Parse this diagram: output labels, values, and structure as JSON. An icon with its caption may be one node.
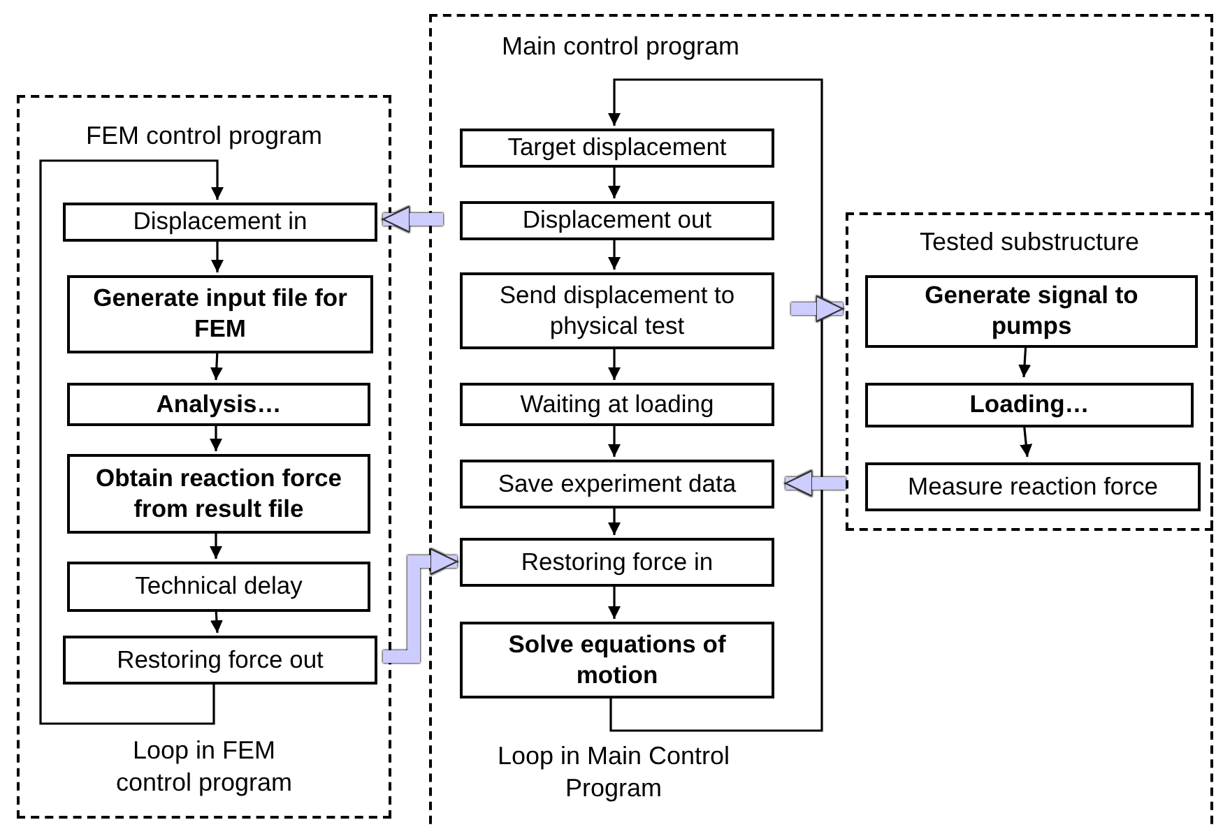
{
  "diagram": {
    "nodes": [
      {
        "text": [
          "FEM control program",
          "Loop in FEM control program"
        ]
      },
      {
        "text": [
          "Displacement in"
        ],
        "in": 0
      },
      {
        "text": [
          "Generate input file for FEM"
        ],
        "in": 0
      },
      {
        "text": [
          "Analysis…"
        ],
        "in": 0
      },
      {
        "text": [
          "Obtain reaction force from result file"
        ],
        "in": 0
      },
      {
        "text": [
          "Technical delay"
        ],
        "in": 0
      },
      {
        "text": [
          "Restoring force out"
        ],
        "in": 0
      },
      {
        "text": [
          "Main control program",
          "Loop in Main Control Program"
        ]
      },
      {
        "text": [
          "Target displacement"
        ],
        "in": 7
      },
      {
        "text": [
          "Displacement out"
        ],
        "in": 7
      },
      {
        "text": [
          "Send displacement to physical test"
        ],
        "in": 7
      },
      {
        "text": [
          "Waiting at loading"
        ],
        "in": 7
      },
      {
        "text": [
          "Save experiment data"
        ],
        "in": 7
      },
      {
        "text": [
          "Restoring force in"
        ],
        "in": 7
      },
      {
        "text": [
          "Solve equations of motion"
        ],
        "in": 7
      },
      {
        "text": [
          "Tested substructure"
        ],
        "in": 7
      },
      {
        "text": [
          "Generate signal to pumps"
        ],
        "in": 15
      },
      {
        "text": [
          "Loading…"
        ],
        "in": 15
      },
      {
        "text": [
          "Measure reaction force"
        ],
        "in": 15
      }
    ],
    "edges": [
      {
        "from": 1,
        "to": 2,
        "arrow": "to"
      },
      {
        "from": 2,
        "to": 3,
        "arrow": "to"
      },
      {
        "from": 3,
        "to": 4,
        "arrow": "to"
      },
      {
        "from": 4,
        "to": 5,
        "arrow": "to"
      },
      {
        "from": 5,
        "to": 6,
        "arrow": "to"
      },
      {
        "from": 6,
        "to": 1,
        "arrow": "to"
      },
      {
        "from": 8,
        "to": 9,
        "arrow": "to"
      },
      {
        "from": 9,
        "to": 10,
        "arrow": "to"
      },
      {
        "from": 10,
        "to": 11,
        "arrow": "to"
      },
      {
        "from": 11,
        "to": 12,
        "arrow": "to"
      },
      {
        "from": 12,
        "to": 13,
        "arrow": "to"
      },
      {
        "from": 13,
        "to": 14,
        "arrow": "to"
      },
      {
        "from": 14,
        "to": 8,
        "arrow": "to"
      },
      {
        "from": 16,
        "to": 17,
        "arrow": "to"
      },
      {
        "from": 17,
        "to": 18,
        "arrow": "to"
      },
      {
        "from": 9,
        "to": 1,
        "arrow": "to",
        "style": "thick",
        "color": "#ccccff"
      },
      {
        "from": 6,
        "to": 13,
        "arrow": "to",
        "style": "thick",
        "color": "#ccccff"
      },
      {
        "from": 10,
        "to": 16,
        "arrow": "to",
        "style": "thick",
        "color": "#ccccff"
      },
      {
        "from": 18,
        "to": 12,
        "arrow": "to",
        "style": "thick",
        "color": "#ccccff"
      }
    ]
  }
}
